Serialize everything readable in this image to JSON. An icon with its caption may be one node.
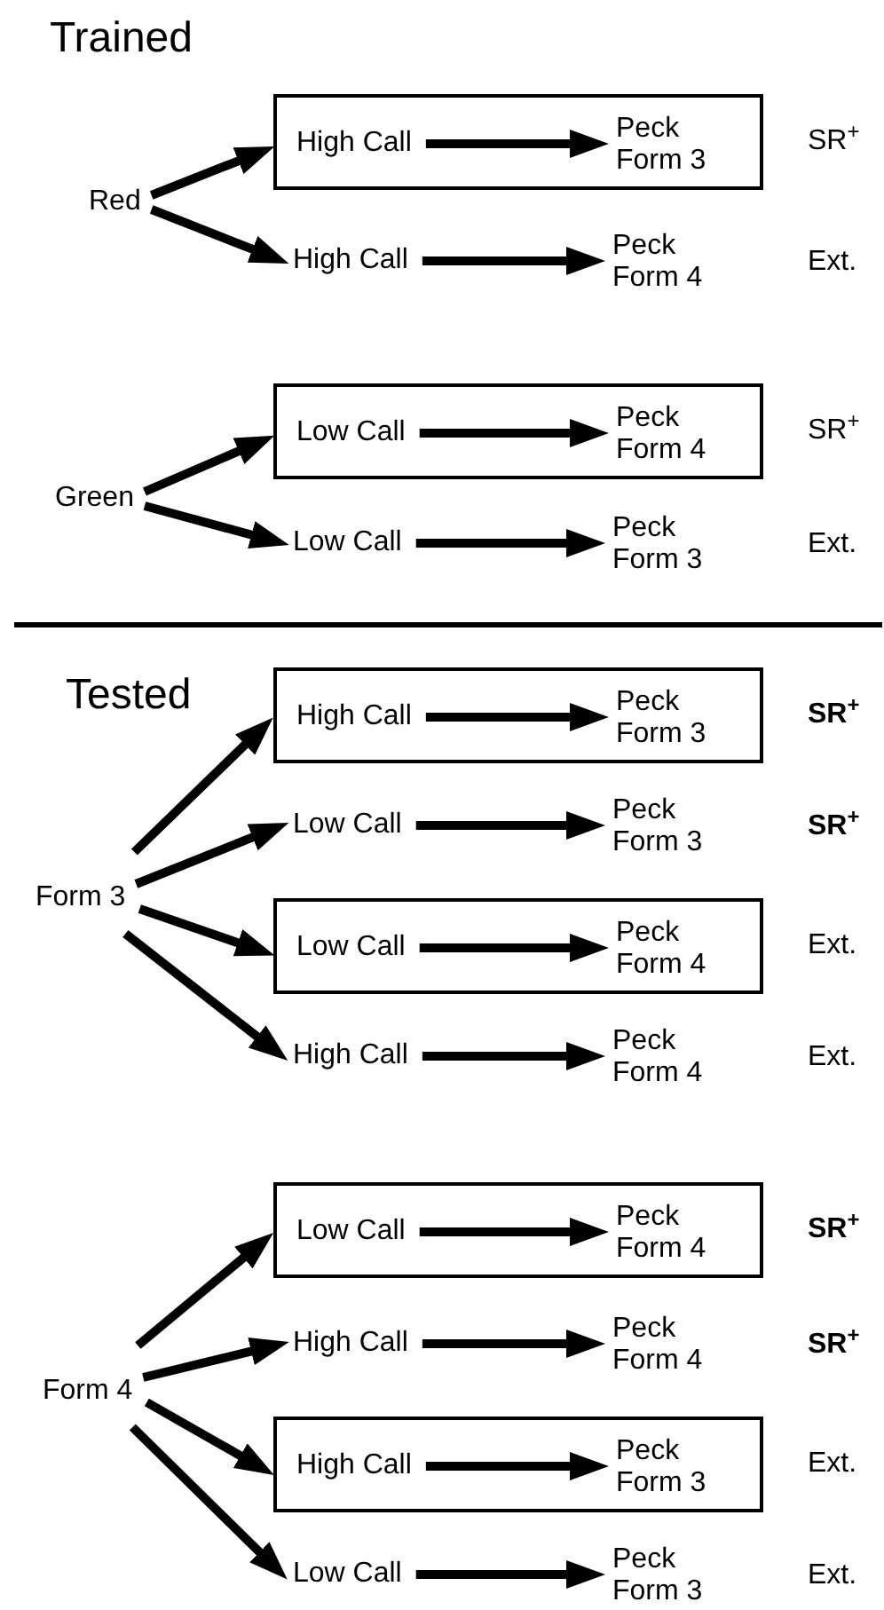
{
  "diagram": {
    "nodes": [
      {
        "text": [
          "Red"
        ]
      },
      {
        "text": [],
        "shape": "box"
      },
      {
        "text": [
          "High Call"
        ],
        "in": 1
      },
      {
        "text": [
          "Peck Form 3"
        ],
        "in": 1,
        "beside": [
          "SR$^{+}$"
        ]
      },
      {
        "text": [
          "High Call"
        ]
      },
      {
        "text": [
          "Peck Form 4"
        ],
        "beside": [
          "Ext."
        ]
      },
      {
        "text": [
          "Green"
        ]
      },
      {
        "text": [],
        "shape": "box"
      },
      {
        "text": [
          "Low Call"
        ],
        "in": 7
      },
      {
        "text": [
          "Peck Form 4"
        ],
        "in": 7,
        "beside": [
          "SR$^{+}$"
        ]
      },
      {
        "text": [
          "Low Call"
        ]
      },
      {
        "text": [
          "Peck Form 3"
        ],
        "beside": [
          "Ext."
        ]
      },
      {
        "text": [
          "Form 3"
        ]
      },
      {
        "text": [],
        "shape": "box"
      },
      {
        "text": [
          "High Call"
        ],
        "in": 13
      },
      {
        "text": [
          "Peck Form 3"
        ],
        "in": 13,
        "beside": [
          "SR$^{+}$"
        ]
      },
      {
        "text": [
          "Low Call"
        ]
      },
      {
        "text": [
          "Peck Form 3"
        ],
        "beside": [
          "SR$^{+}$"
        ]
      },
      {
        "text": [],
        "shape": "box"
      },
      {
        "text": [
          "Low Call"
        ],
        "in": 18
      },
      {
        "text": [
          "Peck Form 4"
        ],
        "in": 18,
        "beside": [
          "Ext."
        ]
      },
      {
        "text": [
          "High Call"
        ]
      },
      {
        "text": [
          "Peck Form 4"
        ],
        "beside": [
          "Ext."
        ]
      },
      {
        "text": [
          "Form 4"
        ]
      },
      {
        "text": [],
        "shape": "box"
      },
      {
        "text": [
          "Low Call"
        ],
        "in": 24
      },
      {
        "text": [
          "Peck Form 4"
        ],
        "in": 24,
        "beside": [
          "SR$^{+}$"
        ]
      },
      {
        "text": [
          "High Call"
        ]
      },
      {
        "text": [
          "Peck Form 4"
        ],
        "beside": [
          "SR$^{+}$"
        ]
      },
      {
        "text": [],
        "shape": "box"
      },
      {
        "text": [
          "High Call"
        ],
        "in": 29
      },
      {
        "text": [
          "Peck Form 3"
        ],
        "in": 29,
        "beside": [
          "Ext."
        ]
      },
      {
        "text": [
          "Low Call"
        ]
      },
      {
        "text": [
          "Peck Form 3"
        ],
        "beside": [
          "Ext."
        ]
      }
    ],
    "edges": [
      {
        "from": 0,
        "to": 1,
        "arrow": "to"
      },
      {
        "from": 0,
        "to": 4,
        "arrow": "to"
      },
      {
        "from": 2,
        "to": 3,
        "arrow": "to"
      },
      {
        "from": 4,
        "to": 5,
        "arrow": "to"
      },
      {
        "from": 6,
        "to": 7,
        "arrow": "to"
      },
      {
        "from": 6,
        "to": 10,
        "arrow": "to"
      },
      {
        "from": 8,
        "to": 9,
        "arrow": "to"
      },
      {
        "from": 10,
        "to": 11,
        "arrow": "to"
      },
      {
        "from": 12,
        "to": 13,
        "arrow": "to"
      },
      {
        "from": 12,
        "to": 16,
        "arrow": "to"
      },
      {
        "from": 12,
        "to": 18,
        "arrow": "to"
      },
      {
        "from": 12,
        "to": 21,
        "arrow": "to"
      },
      {
        "from": 14,
        "to": 15,
        "arrow": "to"
      },
      {
        "from": 16,
        "to": 17,
        "arrow": "to"
      },
      {
        "from": 19,
        "to": 20,
        "arrow": "to"
      },
      {
        "from": 21,
        "to": 22,
        "arrow": "to"
      },
      {
        "from": 23,
        "to": 24,
        "arrow": "to"
      },
      {
        "from": 23,
        "to": 27,
        "arrow": "to"
      },
      {
        "from": 23,
        "to": 29,
        "arrow": "to"
      },
      {
        "from": 23,
        "to": 32,
        "arrow": "to"
      },
      {
        "from": 25,
        "to": 26,
        "arrow": "to"
      },
      {
        "from": 27,
        "to": 28,
        "arrow": "to"
      },
      {
        "from": 30,
        "to": 31,
        "arrow": "to"
      },
      {
        "from": 32,
        "to": 33,
        "arrow": "to"
      }
    ],
    "labels": [
      "Trained",
      "Tested"
    ]
  }
}
